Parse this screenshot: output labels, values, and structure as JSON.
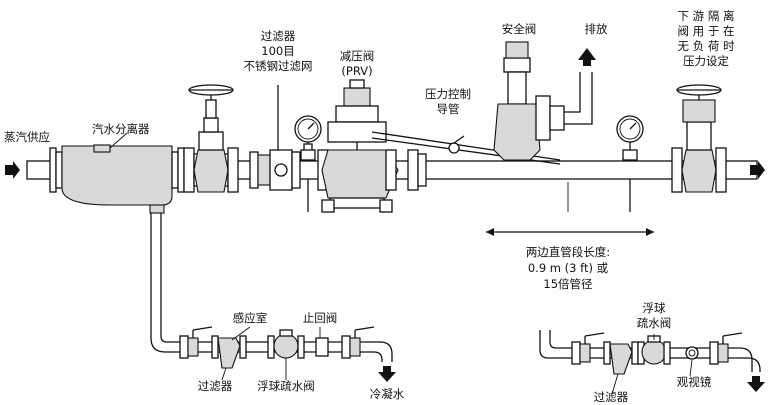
{
  "labels": {
    "steam_supply": "蒸汽供应",
    "separator": "汽水分离器",
    "filter_line1": "过滤器",
    "filter_line2": "100目",
    "filter_line3": "不锈钢过滤网",
    "prv_line1": "减压阀",
    "prv_line2": "(PRV)",
    "safety_valve": "安全阀",
    "exhaust": "排放",
    "downstream_line1": "下 游 隔 离",
    "downstream_line2": "阀 用 于 在",
    "downstream_line3": "无 负 荷 时",
    "downstream_line4": "压力设定",
    "pressure_control_line1": "压力控制",
    "pressure_control_line2": "导管",
    "straight_pipe_line1": "两边直管段长度:",
    "straight_pipe_line2": "0.9 m (3 ft) 或",
    "straight_pipe_line3": "15倍管径",
    "sensing_chamber": "感应室",
    "check_valve": "止回阀",
    "strainer_bottom": "过滤器",
    "float_trap_bottom": "浮球疏水阀",
    "condensate": "冷凝水",
    "float_trap_right_line1": "浮球",
    "float_trap_right_line2": "疏水阀",
    "sight_glass": "观视镜",
    "strainer_right": "过滤器"
  },
  "icons": [
    "arrow-right-icon",
    "arrow-up-icon",
    "arrow-down-icon",
    "gate-valve-icon",
    "pressure-gauge-icon",
    "safety-valve-icon",
    "ball-valve-icon",
    "float-trap-icon"
  ]
}
